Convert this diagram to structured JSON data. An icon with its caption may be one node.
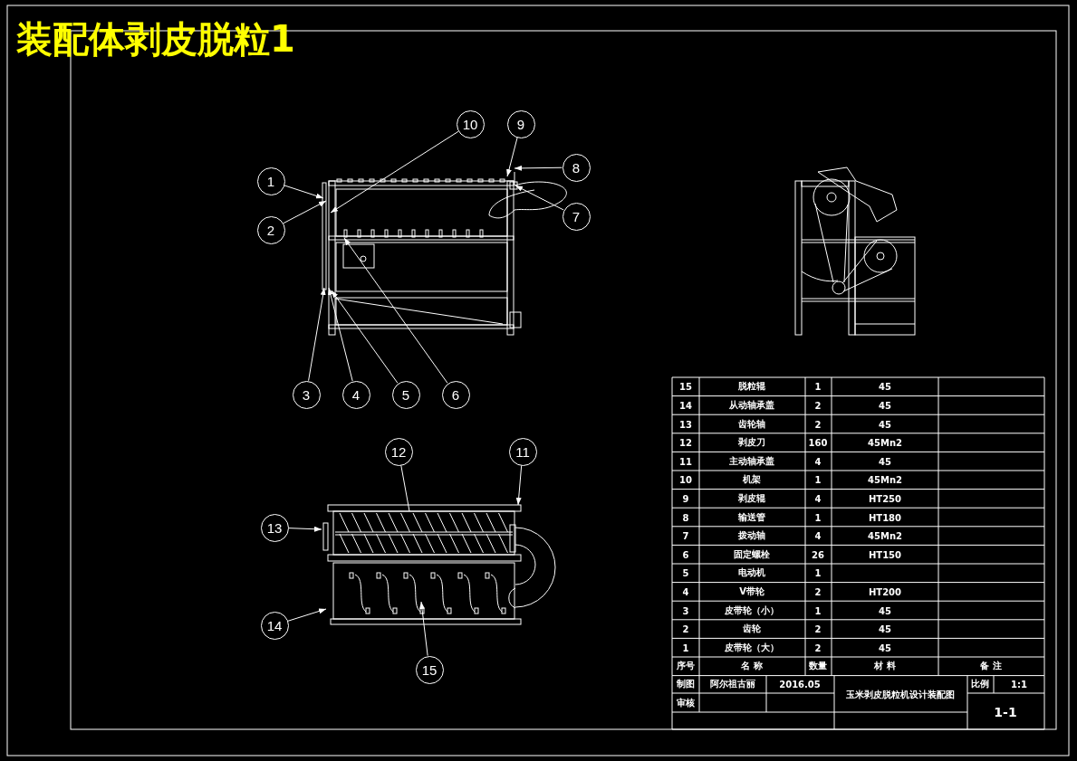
{
  "diagram": {
    "title": "装配体剥皮脱粒1",
    "nodes": [
      {
        "text": [
          "10"
        ]
      },
      {
        "text": [
          "9"
        ]
      },
      {
        "text": [
          "1"
        ]
      },
      {
        "text": [
          "8"
        ]
      },
      {
        "text": [
          "2"
        ]
      },
      {
        "text": [
          "7"
        ]
      },
      {
        "text": [
          "3"
        ]
      },
      {
        "text": [
          "4"
        ]
      },
      {
        "text": [
          "5"
        ]
      },
      {
        "text": [
          "6"
        ]
      },
      {
        "text": [
          "12"
        ]
      },
      {
        "text": [
          "11"
        ]
      },
      {
        "text": [
          "13"
        ]
      },
      {
        "text": [
          "14"
        ]
      },
      {
        "text": [
          "15"
        ]
      },
      {
        "text": [],
        "shape": "picture"
      },
      {
        "text": [],
        "shape": "picture"
      }
    ],
    "edges": [
      {
        "from": 0,
        "to": 15,
        "arrow": "to"
      },
      {
        "from": 1,
        "to": 15,
        "arrow": "to"
      },
      {
        "from": 2,
        "to": 15,
        "arrow": "to"
      },
      {
        "from": 3,
        "to": 15,
        "arrow": "to"
      },
      {
        "from": 4,
        "to": 15,
        "arrow": "to"
      },
      {
        "from": 5,
        "to": 15,
        "arrow": "to"
      },
      {
        "from": 6,
        "to": 15,
        "arrow": "to"
      },
      {
        "from": 7,
        "to": 15,
        "arrow": "to"
      },
      {
        "from": 8,
        "to": 15,
        "arrow": "to"
      },
      {
        "from": 9,
        "to": 15,
        "arrow": "to"
      },
      {
        "from": 10,
        "to": 16,
        "arrow": "none"
      },
      {
        "from": 11,
        "to": 16,
        "arrow": "to"
      },
      {
        "from": 12,
        "to": 16,
        "arrow": "to"
      },
      {
        "from": 13,
        "to": 16,
        "arrow": "to"
      },
      {
        "from": 14,
        "to": 16,
        "arrow": "to"
      }
    ],
    "labels": [
      "15",
      "脱粒辊",
      "1",
      "45",
      "14",
      "从动轴承盖",
      "2",
      "45",
      "13",
      "齿轮轴",
      "2",
      "45",
      "12",
      "剥皮刀",
      "160",
      "45Mn2",
      "11",
      "主动轴承盖",
      "4",
      "45",
      "10",
      "机架",
      "1",
      "45Mn2",
      "9",
      "剥皮辊",
      "4",
      "HT250",
      "8",
      "输送管",
      "1",
      "HT180",
      "7",
      "拨动轴",
      "4",
      "45Mn2",
      "6",
      "固定螺栓",
      "26",
      "HT150",
      "5",
      "电动机",
      "1",
      "4",
      "V带轮",
      "2",
      "HT200",
      "3",
      "皮带轮（小）",
      "1",
      "45",
      "2",
      "齿轮",
      "2",
      "45",
      "1",
      "皮带轮（大）",
      "2",
      "45",
      "序号",
      "名 称",
      "数量",
      "材 料",
      "备 注",
      "制图",
      "阿尔祖古丽",
      "2016.05",
      "玉米剥皮脱粒机设计装配图",
      "比例",
      "1:1",
      "审核",
      "1-1"
    ]
  }
}
